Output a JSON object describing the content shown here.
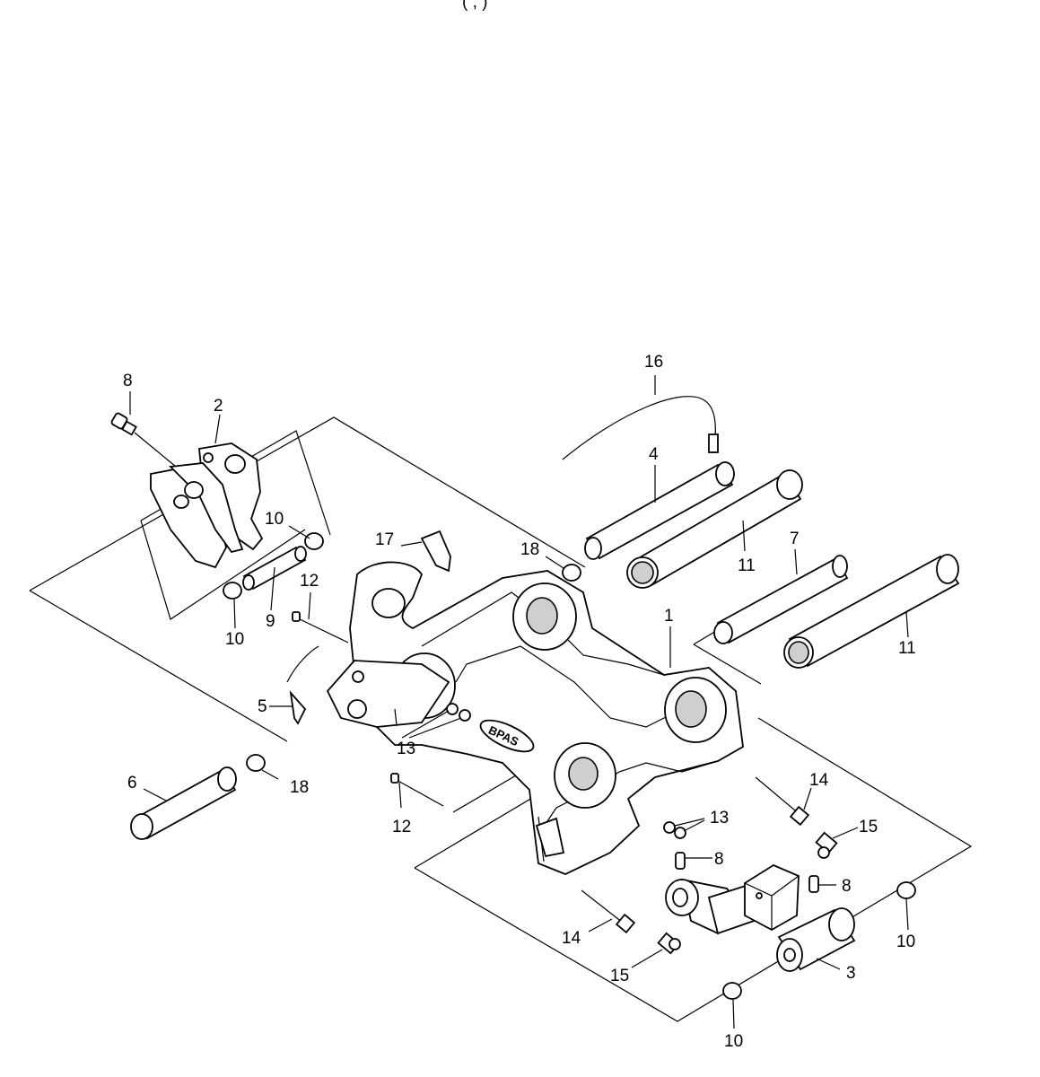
{
  "title_fragment": "(                              ,        )",
  "callouts": {
    "c1": "1",
    "c2": "2",
    "c3": "3",
    "c4": "4",
    "c5": "5",
    "c6": "6",
    "c7": "7",
    "c8a": "8",
    "c8b": "8",
    "c8c": "8",
    "c9": "9",
    "c10a": "10",
    "c10b": "10",
    "c10c": "10",
    "c10d": "10",
    "c11a": "11",
    "c11b": "11",
    "c12a": "12",
    "c12b": "12",
    "c13a": "13",
    "c13b": "13",
    "c14a": "14",
    "c14b": "14",
    "c15a": "15",
    "c15b": "15",
    "c16": "16",
    "c17": "17",
    "c18a": "18",
    "c18b": "18"
  },
  "logo_text": "BPAS"
}
